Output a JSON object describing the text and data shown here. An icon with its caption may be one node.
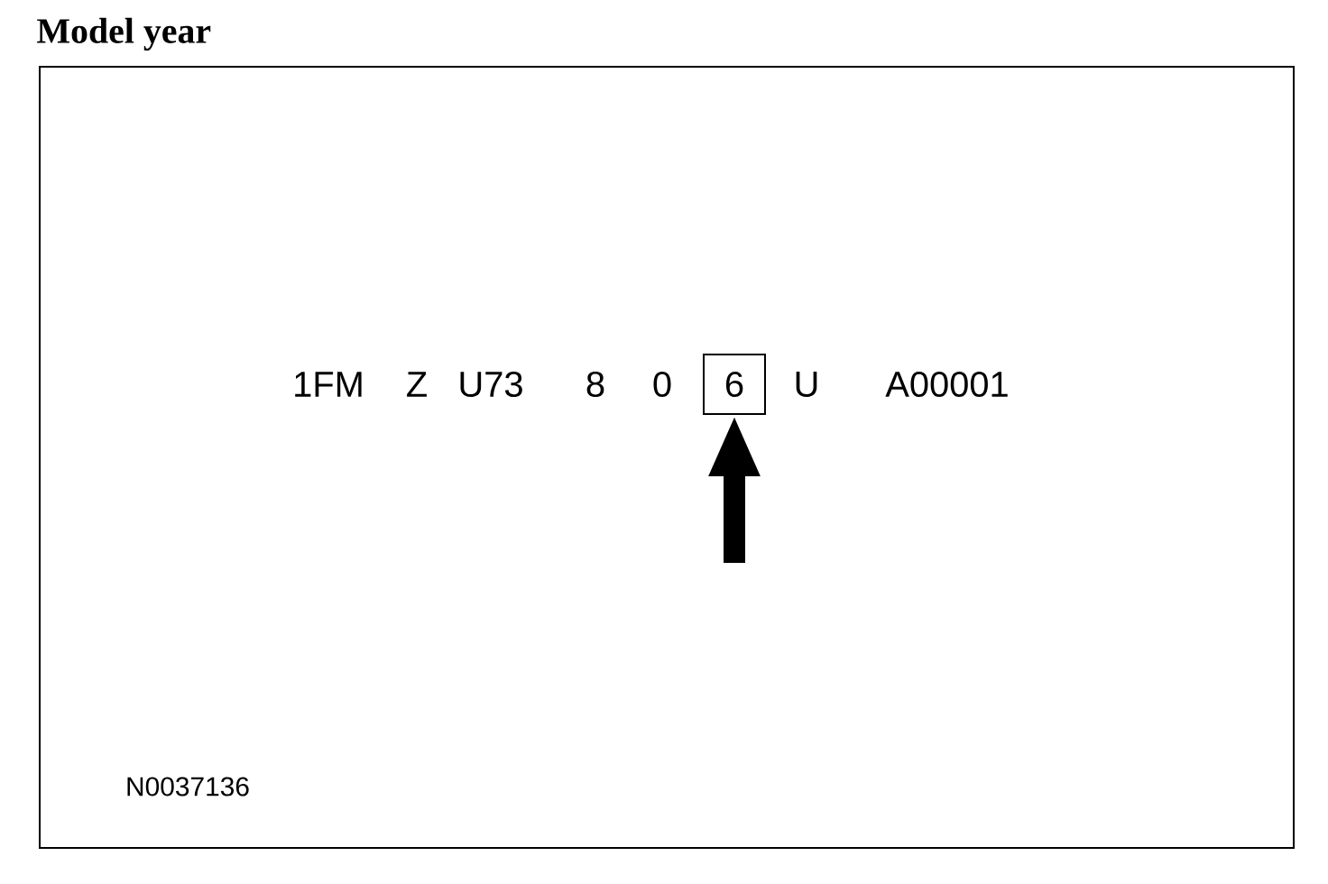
{
  "diagram": {
    "title": "Model year",
    "nodes": [
      {
        "text": [],
        "shape": "box"
      },
      {
        "text": [
          "6"
        ],
        "in": 0
      }
    ],
    "edges": [
      {
        "from": null,
        "to": 1,
        "arrow": "to"
      }
    ],
    "labels": [
      "1FM",
      "Z",
      "U73",
      "8",
      "0",
      "U",
      "A00001",
      "N0037136"
    ]
  }
}
